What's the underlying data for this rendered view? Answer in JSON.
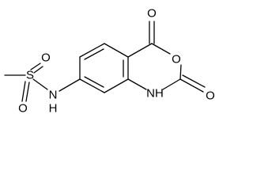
{
  "molecule": {
    "atoms": {
      "methyl_s": "S",
      "sulfonyl_o_top": "O",
      "sulfonyl_o_bottom": "O",
      "amide_n": "N",
      "amide_h": "H",
      "ring_nh": "NH",
      "carbonyl_o_top": "O",
      "ring_o": "O",
      "carbonyl_o_right": "O"
    }
  }
}
